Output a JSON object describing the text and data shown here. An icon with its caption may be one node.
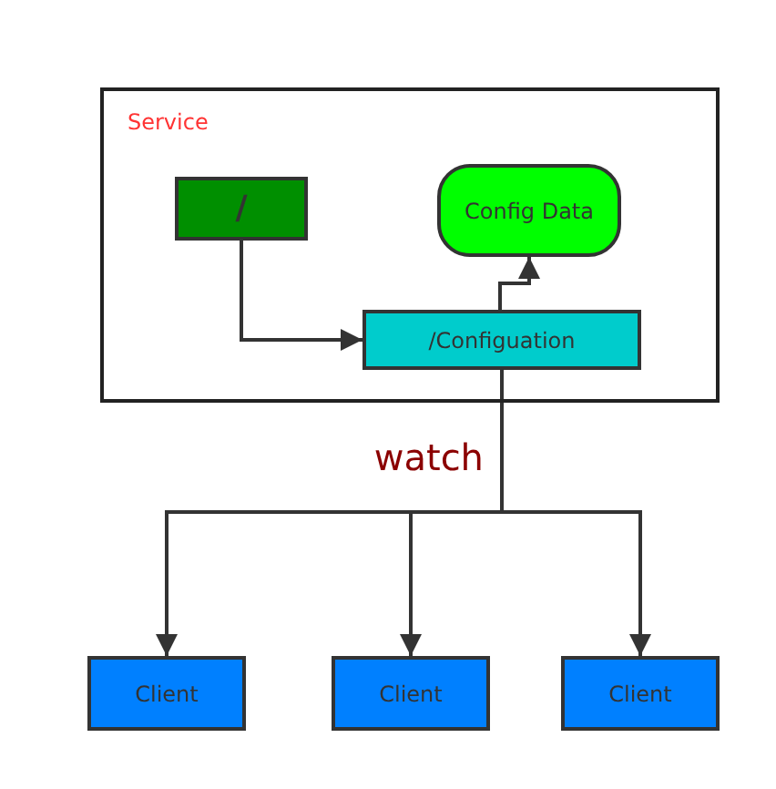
{
  "diagram": {
    "nodes": [
      {
        "text": [
          "Service"
        ]
      },
      {
        "text": [
          "/"
        ],
        "in": 0
      },
      {
        "text": [
          "Config Data"
        ],
        "in": 0
      },
      {
        "text": [
          "/Configuation"
        ],
        "in": 0
      },
      {
        "text": [
          "Client"
        ]
      },
      {
        "text": [
          "Client"
        ]
      },
      {
        "text": [
          "Client"
        ]
      }
    ],
    "edges": [
      {
        "from": 1,
        "to": 3,
        "arrow": "to"
      },
      {
        "from": 3,
        "to": 2,
        "arrow": "to"
      },
      {
        "from": 3,
        "to": 4,
        "arrow": "to",
        "label": "watch"
      },
      {
        "from": 3,
        "to": 5,
        "arrow": "to"
      },
      {
        "from": 3,
        "to": 6,
        "arrow": "to"
      }
    ]
  }
}
